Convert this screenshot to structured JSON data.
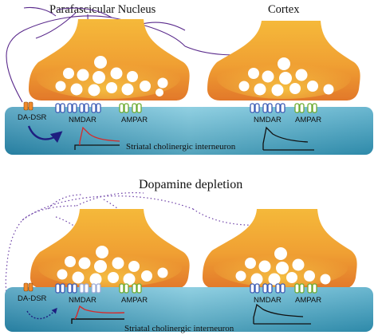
{
  "labels": {
    "parafascicular_nucleus": "Parafascicular Nucleus",
    "cortex": "Cortex",
    "dopamine_depletion": "Dopamine depletion",
    "striatal_interneuron": "Striatal cholinergic interneuron",
    "da_dsr": "DA-DSR",
    "nmdar": "NMDAR",
    "ampar": "AMPAR"
  },
  "colors": {
    "terminal_orange": "#e8852a",
    "terminal_yellow": "#f4c23a",
    "neuron_teal": "#3a9fc0",
    "neuron_light": "#7cc8dc",
    "axon_purple": "#5a2a8c",
    "nmdar_blue": "#3b5bb5",
    "ampar_green": "#6cab2f",
    "da_dsr_orange": "#f08a2a",
    "trace_red": "#d62a2a",
    "trace_black": "#111111"
  },
  "panels": [
    {
      "state": "control",
      "axon_style": "solid",
      "nmdar_faded": false
    },
    {
      "state": "dopamine depletion",
      "axon_style": "dotted",
      "nmdar_faded": true
    }
  ]
}
